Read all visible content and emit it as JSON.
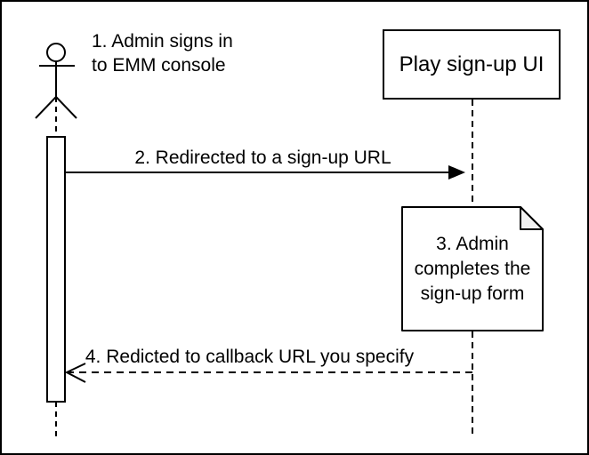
{
  "diagram": {
    "type": "uml-sequence-diagram",
    "actor_label": {
      "line1": "1. Admin signs in",
      "line2": "to EMM console"
    },
    "participant": {
      "label": "Play sign-up UI"
    },
    "messages": {
      "redirect": {
        "label": "2. Redirected to a sign-up URL",
        "style": "solid-filled-arrow",
        "direction": "actor-to-participant"
      },
      "callback": {
        "label": "4. Redicted to callback URL you specify",
        "style": "dashed-open-arrow",
        "direction": "participant-to-actor"
      }
    },
    "note": {
      "line1": "3. Admin",
      "line2": "completes the",
      "line3": "sign-up form"
    },
    "colors": {
      "line": "#000000",
      "background": "#ffffff",
      "note_fill": "#ffffff",
      "note_fold": "#f2f2f2",
      "arrow_fill": "#000000"
    }
  }
}
